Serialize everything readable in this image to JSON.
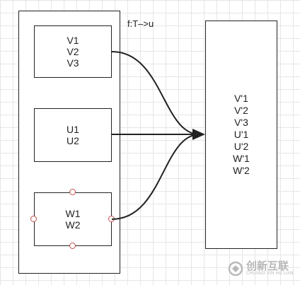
{
  "mapping_label": "f:T–>u",
  "groups": [
    {
      "items": [
        "V1",
        "V2",
        "V3"
      ]
    },
    {
      "items": [
        "U1",
        "U2"
      ]
    },
    {
      "items": [
        "W1",
        "W2"
      ]
    }
  ],
  "target": {
    "items": [
      "V'1",
      "V'2",
      "V'3",
      "U'1",
      "U'2",
      "W'1",
      "W'2"
    ]
  },
  "watermark": {
    "text": "创新互联",
    "subtext": "CHUANG XIN HU LIAN"
  },
  "colors": {
    "stroke": "#222222",
    "handle": "#c0504d",
    "grid": "#e6e6e6"
  }
}
